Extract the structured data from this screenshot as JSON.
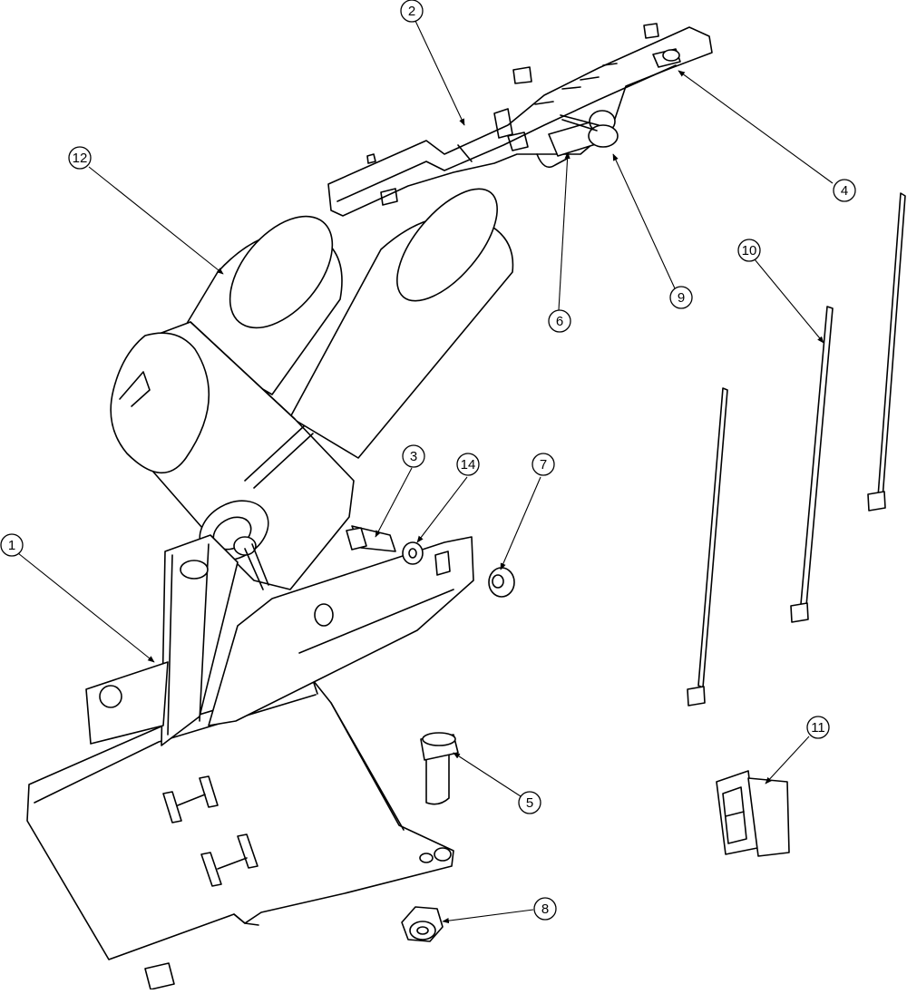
{
  "diagram": {
    "callouts": [
      {
        "id": "callout-1",
        "label": "1"
      },
      {
        "id": "callout-2",
        "label": "2"
      },
      {
        "id": "callout-3",
        "label": "3"
      },
      {
        "id": "callout-4",
        "label": "4"
      },
      {
        "id": "callout-5",
        "label": "5"
      },
      {
        "id": "callout-6",
        "label": "6"
      },
      {
        "id": "callout-7",
        "label": "7"
      },
      {
        "id": "callout-8",
        "label": "8"
      },
      {
        "id": "callout-9",
        "label": "9"
      },
      {
        "id": "callout-10",
        "label": "10"
      },
      {
        "id": "callout-11",
        "label": "11"
      },
      {
        "id": "callout-12",
        "label": "12"
      },
      {
        "id": "callout-14",
        "label": "14"
      }
    ]
  }
}
